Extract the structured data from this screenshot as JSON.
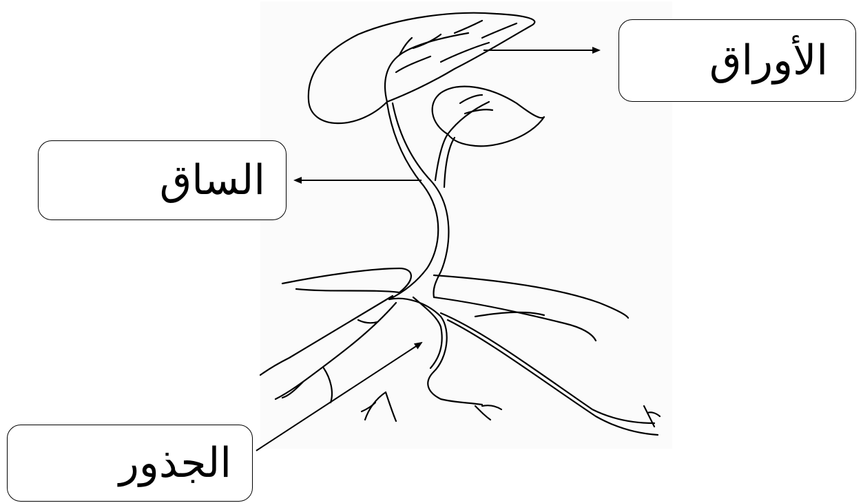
{
  "labels": {
    "leaves": "الأوراق",
    "stem": "الساق",
    "roots": "الجذور"
  },
  "colors": {
    "line": "#000000",
    "background": "#ffffff",
    "drawing_area": "#fbfbfb"
  }
}
